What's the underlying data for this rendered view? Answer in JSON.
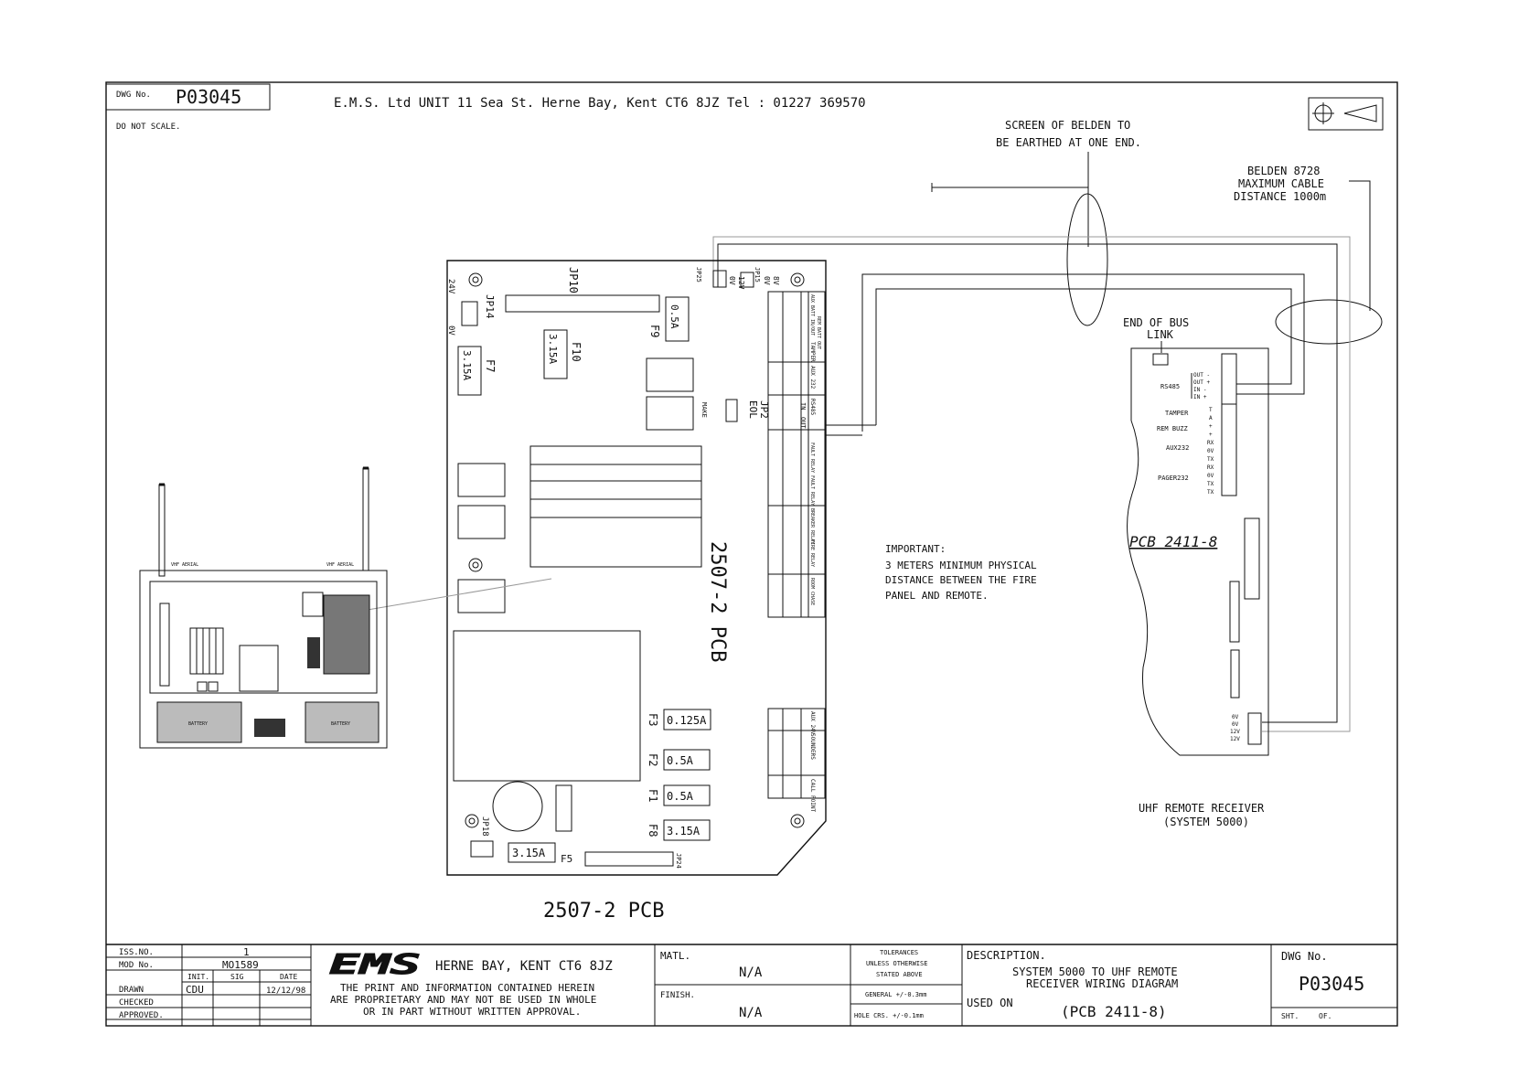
{
  "title_block_top": {
    "dwg_no_label": "DWG No.",
    "dwg_no": "P03045",
    "do_not_scale": "DO NOT SCALE.",
    "company_line": "E.M.S. Ltd UNIT 11 Sea St. Herne Bay, Kent CT6 8JZ Tel : 01227 369570"
  },
  "notes": {
    "screen_note_1": "SCREEN OF BELDEN TO",
    "screen_note_2": "BE EARTHED AT ONE END.",
    "cable_note_1": "BELDEN 8728",
    "cable_note_2": "MAXIMUM CABLE",
    "cable_note_3": "DISTANCE 1000m",
    "important_title": "IMPORTANT:",
    "important_1": "3 METERS MINIMUM PHYSICAL",
    "important_2": "DISTANCE BETWEEN THE FIRE",
    "important_3": "PANEL AND REMOTE.",
    "end_of_bus_1": "END OF BUS",
    "end_of_bus_2": "LINK"
  },
  "main_pcb": {
    "name": "2507-2 PCB",
    "side_label": "2507-2 PCB",
    "jp10": "JP10",
    "jp14": "JP14",
    "jp14_24v": "24V",
    "jp14_0v": "0V",
    "jp25": "JP25",
    "jp25_0v": "0V",
    "jp25_12v": "12V",
    "jp15": "JP15",
    "jp15_0v": "0V",
    "jp15_8v": "8V",
    "jp2": "JP2",
    "eol": "EOL",
    "make": "MAKE",
    "jp18": "JP18",
    "jp24": "JP24",
    "f9": "F9",
    "f9_val": "0.5A",
    "f10": "F10",
    "f10_val": "3.15A",
    "f7": "F7",
    "f7_val": "3.15A",
    "f3": "F3",
    "f3_val": "0.125A",
    "f2": "F2",
    "f2_val": "0.5A",
    "f1": "F1",
    "f1_val": "0.5A",
    "f8": "F8",
    "f8_val": "3.15A",
    "f5": "F5",
    "f5_val": "3.15A",
    "terminals_top": [
      "AUX BATT IN/OUT",
      "REM BATT OUT",
      "TAMPER",
      "AUX 232",
      "RS485",
      "FAULT RELAY",
      "FAULT RELAY",
      "BREAKER RELAY",
      "FIRE RELAY",
      "ROOM CHASE"
    ],
    "terminals_bottom": [
      "AUX 24V",
      "SOUNDERS",
      "CALL POINT"
    ],
    "rs485_in": "IN",
    "rs485_out": "OUT"
  },
  "remote": {
    "pcb_label": "PCB 2411-8",
    "rs485": "RS485",
    "out_minus": "OUT -",
    "out_plus": "OUT +",
    "in_minus": "IN -",
    "in_plus": "IN +",
    "tamper": "TAMPER",
    "rem_buzz": "REM BUZZ",
    "aux232": "AUX232",
    "pager232": "PAGER232",
    "pins_right": [
      "T",
      "A",
      "+",
      "+",
      "RX",
      "0V",
      "TX",
      "RX",
      "0V",
      "TX",
      "TX"
    ],
    "power_pins": [
      "0V",
      "0V",
      "12V",
      "12V"
    ],
    "caption_1": "UHF REMOTE RECEIVER",
    "caption_2": "(SYSTEM 5000)"
  },
  "enclosure": {
    "aerial_left": "VHF AERIAL",
    "aerial_right": "VHF AERIAL",
    "battery_left": "BATTERY",
    "battery_right": "BATTERY"
  },
  "title_block": {
    "iss_no_label": "ISS.NO.",
    "iss_no": "1",
    "mod_no_label": "MOD No.",
    "mod_no": "MO1589",
    "init_label": "INIT.",
    "sig_label": "SIG",
    "date_label": "DATE",
    "drawn_label": "DRAWN",
    "drawn_init": "CDU",
    "drawn_date": "12/12/98",
    "checked_label": "CHECKED",
    "approved_label": "APPROVED.",
    "logo": "EMS",
    "location": "HERNE BAY, KENT CT6 8JZ",
    "proprietary_1": "THE PRINT AND INFORMATION CONTAINED HEREIN",
    "proprietary_2": "ARE PROPRIETARY AND MAY NOT BE USED IN WHOLE",
    "proprietary_3": "OR IN PART WITHOUT WRITTEN APPROVAL.",
    "matl_label": "MATL.",
    "matl": "N/A",
    "finish_label": "FINISH.",
    "finish": "N/A",
    "tol_1": "TOLERANCES",
    "tol_2": "UNLESS OTHERWISE",
    "tol_3": "STATED ABOVE",
    "tol_general": "GENERAL +/-0.3mm",
    "tol_hole": "HOLE CRS. +/-0.1mm",
    "description_label": "DESCRIPTION.",
    "description_1": "SYSTEM 5000 TO UHF REMOTE",
    "description_2": "RECEIVER WIRING DIAGRAM",
    "used_on_label": "USED ON",
    "used_on": "(PCB 2411-8)",
    "dwg_no_label": "DWG No.",
    "dwg_no": "P03045",
    "sht_label": "SHT.",
    "of_label": "OF."
  }
}
